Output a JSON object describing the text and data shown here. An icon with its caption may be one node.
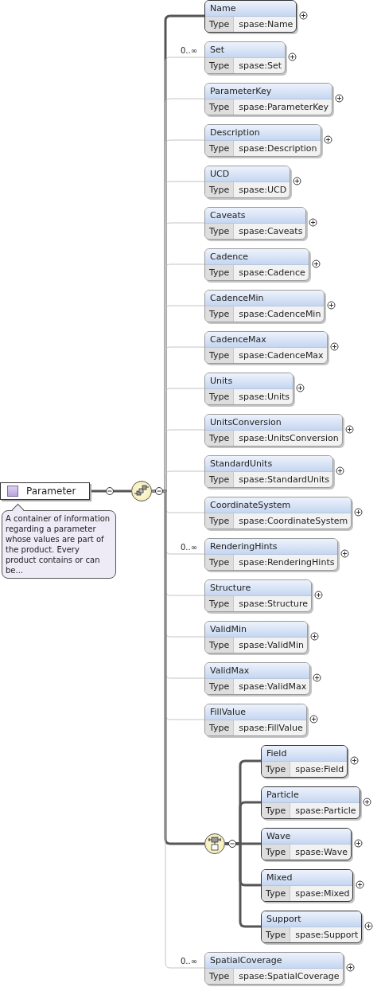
{
  "diagram": {
    "nodes": [
      {
        "text": [
          "Parameter"
        ],
        "beside": [
          "A container of information regarding a parameter whose values are part of the product. Every product contains or can be..."
        ]
      },
      {
        "text": [],
        "shape": "circle"
      },
      {
        "text": [
          "Name",
          "Type",
          "spase:Name"
        ]
      },
      {
        "text": [
          "Set",
          "Type",
          "spase:Set"
        ]
      },
      {
        "text": [
          "ParameterKey",
          "Type",
          "spase:ParameterKey"
        ]
      },
      {
        "text": [
          "Description",
          "Type",
          "spase:Description"
        ]
      },
      {
        "text": [
          "UCD",
          "Type",
          "spase:UCD"
        ]
      },
      {
        "text": [
          "Caveats",
          "Type",
          "spase:Caveats"
        ]
      },
      {
        "text": [
          "Cadence",
          "Type",
          "spase:Cadence"
        ]
      },
      {
        "text": [
          "CadenceMin",
          "Type",
          "spase:CadenceMin"
        ]
      },
      {
        "text": [
          "CadenceMax",
          "Type",
          "spase:CadenceMax"
        ]
      },
      {
        "text": [
          "Units",
          "Type",
          "spase:Units"
        ]
      },
      {
        "text": [
          "UnitsConversion",
          "Type",
          "spase:UnitsConversion"
        ]
      },
      {
        "text": [
          "StandardUnits",
          "Type",
          "spase:StandardUnits"
        ]
      },
      {
        "text": [
          "CoordinateSystem",
          "Type",
          "spase:CoordinateSystem"
        ]
      },
      {
        "text": [
          "RenderingHints",
          "Type",
          "spase:RenderingHints"
        ]
      },
      {
        "text": [
          "Structure",
          "Type",
          "spase:Structure"
        ]
      },
      {
        "text": [
          "ValidMin",
          "Type",
          "spase:ValidMin"
        ]
      },
      {
        "text": [
          "ValidMax",
          "Type",
          "spase:ValidMax"
        ]
      },
      {
        "text": [
          "FillValue",
          "Type",
          "spase:FillValue"
        ]
      },
      {
        "text": [],
        "shape": "circle"
      },
      {
        "text": [
          "Field",
          "Type",
          "spase:Field"
        ]
      },
      {
        "text": [
          "Particle",
          "Type",
          "spase:Particle"
        ]
      },
      {
        "text": [
          "Wave",
          "Type",
          "spase:Wave"
        ]
      },
      {
        "text": [
          "Mixed",
          "Type",
          "spase:Mixed"
        ]
      },
      {
        "text": [
          "Support",
          "Type",
          "spase:Support"
        ]
      },
      {
        "text": [
          "SpatialCoverage",
          "Type",
          "spase:SpatialCoverage"
        ]
      }
    ],
    "edges": [
      {
        "from": 0,
        "to": 1,
        "arrow": "none",
        "style": "thick",
        "color": "#555555"
      },
      {
        "from": 1,
        "to": 2,
        "arrow": "none",
        "style": "thick",
        "color": "#555555"
      },
      {
        "from": 1,
        "to": 3,
        "arrow": "none",
        "label": "0..∞"
      },
      {
        "from": 1,
        "to": 4,
        "arrow": "none"
      },
      {
        "from": 1,
        "to": 5,
        "arrow": "none"
      },
      {
        "from": 1,
        "to": 6,
        "arrow": "none"
      },
      {
        "from": 1,
        "to": 7,
        "arrow": "none"
      },
      {
        "from": 1,
        "to": 8,
        "arrow": "none"
      },
      {
        "from": 1,
        "to": 9,
        "arrow": "none"
      },
      {
        "from": 1,
        "to": 10,
        "arrow": "none"
      },
      {
        "from": 1,
        "to": 11,
        "arrow": "none"
      },
      {
        "from": 1,
        "to": 12,
        "arrow": "none"
      },
      {
        "from": 1,
        "to": 13,
        "arrow": "none"
      },
      {
        "from": 1,
        "to": 14,
        "arrow": "none"
      },
      {
        "from": 1,
        "to": 15,
        "arrow": "none",
        "label": "0..∞"
      },
      {
        "from": 1,
        "to": 16,
        "arrow": "none"
      },
      {
        "from": 1,
        "to": 17,
        "arrow": "none"
      },
      {
        "from": 1,
        "to": 18,
        "arrow": "none"
      },
      {
        "from": 1,
        "to": 19,
        "arrow": "none"
      },
      {
        "from": 1,
        "to": 20,
        "arrow": "none",
        "style": "thick",
        "color": "#555555"
      },
      {
        "from": 20,
        "to": 21,
        "arrow": "none",
        "style": "thick",
        "color": "#555555"
      },
      {
        "from": 20,
        "to": 22,
        "arrow": "none",
        "style": "thick",
        "color": "#555555"
      },
      {
        "from": 20,
        "to": 23,
        "arrow": "none",
        "style": "thick",
        "color": "#555555"
      },
      {
        "from": 20,
        "to": 24,
        "arrow": "none",
        "style": "thick",
        "color": "#555555"
      },
      {
        "from": 20,
        "to": 25,
        "arrow": "none",
        "style": "thick",
        "color": "#555555"
      },
      {
        "from": 1,
        "to": 26,
        "arrow": "none",
        "label": "0..∞"
      }
    ]
  }
}
